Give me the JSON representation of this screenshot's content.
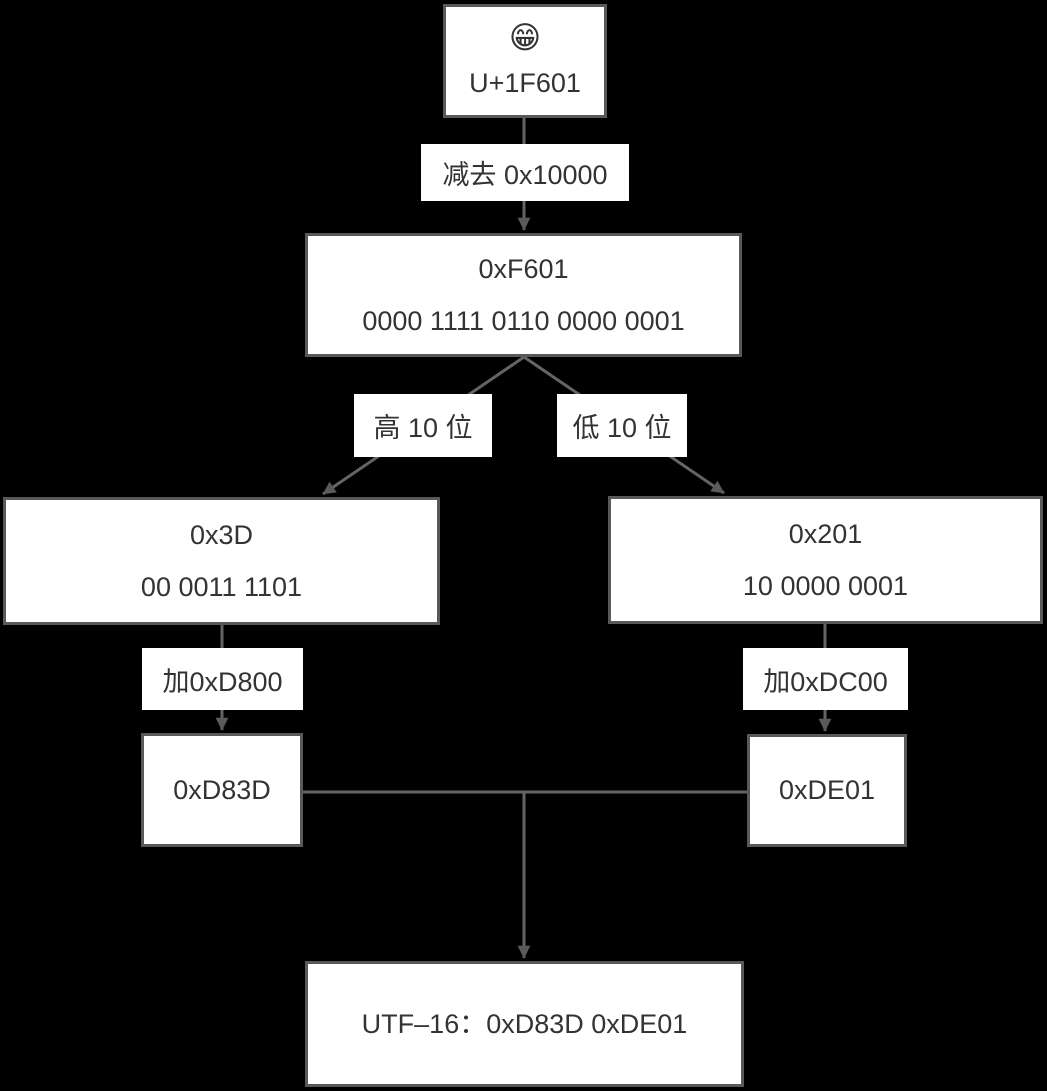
{
  "diagram": {
    "description": "UTF-16 surrogate pair encoding flow for U+1F601",
    "nodes": {
      "source": {
        "emoji": "😁",
        "code": "U+1F601"
      },
      "value": {
        "hex": "0xF601",
        "bin": "0000 1111 0110 0000 0001"
      },
      "high": {
        "hex": "0x3D",
        "bin": "00 0011 1101"
      },
      "low": {
        "hex": "0x201",
        "bin": "10 0000 0001"
      },
      "high_unit": {
        "hex": "0xD83D"
      },
      "low_unit": {
        "hex": "0xDE01"
      },
      "result": {
        "label": "UTF–16：0xD83D 0xDE01"
      }
    },
    "edge_labels": {
      "subtract": "减去 0x10000",
      "high_bits": "高 10 位",
      "low_bits": "低 10 位",
      "add_high": "加0xD800",
      "add_low": "加0xDC00"
    },
    "colors": {
      "background": "#000000",
      "box_fill": "#ffffff",
      "box_border": "#595959",
      "line": "#646464",
      "text": "#333333"
    }
  }
}
